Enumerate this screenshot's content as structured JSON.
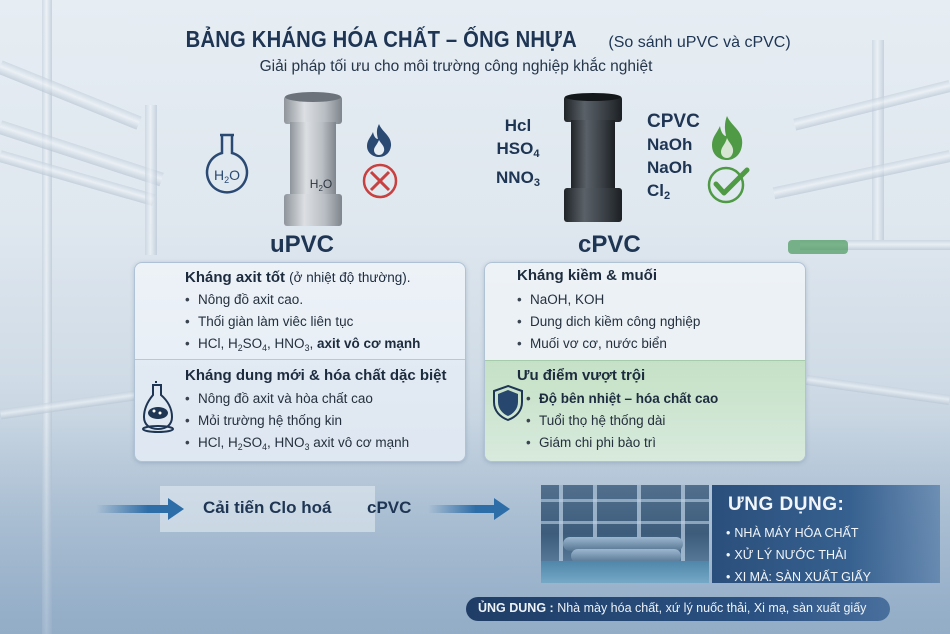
{
  "header": {
    "title": "BẢNG KHÁNG HÓA CHẤT – ỐNG NHỰA",
    "title_note": "(So sánh uPVC và cPVC)",
    "subtitle": "Giải pháp tối ưu cho môi trường công nghiệp khắc nghiệt"
  },
  "upvc": {
    "label": "uPVC",
    "flask_text": "H₂O",
    "pipe_text": "H₂O",
    "fire_icon": "flame-icon",
    "status_icon": "cross-circle-icon",
    "colors": {
      "pipe": "#b9bec4",
      "icon": "#2a4a73",
      "cross": "#c8403f"
    }
  },
  "cpvc": {
    "label": "cPVC",
    "left_chems": [
      "Hcl",
      "HSO₄",
      "NNO₃"
    ],
    "right_chems": [
      "CPVC",
      "NaOh",
      "NaOh",
      "Cl₂"
    ],
    "fire_icon": "flame-icon",
    "status_icon": "check-circle-icon",
    "colors": {
      "pipe": "#3a4046",
      "green": "#4f9a45"
    }
  },
  "left_panel": {
    "section1": {
      "title": "Kháng axit tốt",
      "note": "(ở nhiệt độ thường).",
      "items": [
        "Nông đồ axit cao.",
        "Thối giàn làm viêc liên tục"
      ],
      "last_item_prefix": "HCl, H₂SO₄, HNO₃,",
      "last_item_bold": "axit vô cơ mạnh"
    },
    "section2": {
      "title": "Kháng dung mới & hóa chất dặc biệt",
      "icon": "lab-flask-icon",
      "items": [
        "Nông đồ axit và hòa chất cao",
        "Mỏi trường hệ thống kin",
        "HCl, H₂SO₄, HNO₃ axit vô cơ mạnh"
      ]
    }
  },
  "right_panel": {
    "section1": {
      "title": "Kháng kiềm & muối",
      "items": [
        "NaOH, KOH",
        "Dung dich kiềm công nghiệp",
        "Muối vơ cơ, nước biển"
      ]
    },
    "section2": {
      "title": "Ưu điểm vượt trội",
      "icon": "shield-icon",
      "bold_item": "Độ bên nhiệt – hóa chất cao",
      "items": [
        "Tuổi thọ hệ thống dài",
        "Giám chi phi bào trì"
      ]
    }
  },
  "process": {
    "step": "Cải tiến Clo hoá",
    "result": "cPVC"
  },
  "applications": {
    "title": "ƯNG DỤNG:",
    "items": [
      "NHÀ MÁY HÓA CHẤT",
      "XỬ LÝ NƯỚC THẢI",
      "XI MÀ: SÀN XUẤT GIẤY"
    ]
  },
  "footer": {
    "label": "ỦNG DUNG :",
    "text": "Nhà mày hóa chất, xứ lý nuốc thải, Xi mạ, sàn xuất giấy"
  }
}
